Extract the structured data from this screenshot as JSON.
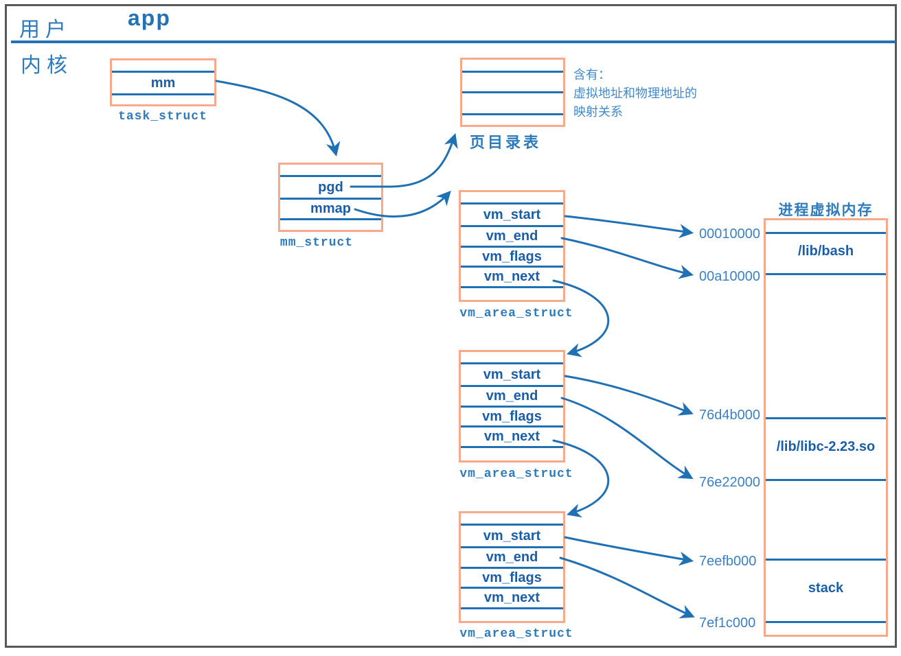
{
  "header": {
    "user_space": "用户",
    "kernel_space": "内核",
    "app_title": "app"
  },
  "task_struct": {
    "label": "task_struct",
    "field_mm": "mm"
  },
  "mm_struct": {
    "label": "mm_struct",
    "field_pgd": "pgd",
    "field_mmap": "mmap"
  },
  "page_table": {
    "label": "页目录表",
    "note_line1": "含有：",
    "note_line2": "虚拟地址和物理地址的",
    "note_line3": "映射关系"
  },
  "vma": {
    "label": "vm_area_struct",
    "field_start": "vm_start",
    "field_end": "vm_end",
    "field_flags": "vm_flags",
    "field_next": "vm_next"
  },
  "memory": {
    "title": "进程虚拟内存",
    "region_bash": "/lib/bash",
    "region_libc": "/lib/libc-2.23.so",
    "region_stack": "stack",
    "addresses": [
      "00010000",
      "00a10000",
      "76d4b000",
      "76e22000",
      "7eefb000",
      "7ef1c000"
    ]
  },
  "colors": {
    "arrow_blue": "#2070b4",
    "box_border_salmon": "#f7a98c",
    "field_text_blue": "#1a5ea8",
    "label_blue": "#2e7bbc",
    "address_blue": "#3c80c4",
    "note_blue": "#4289c8",
    "frame_gray": "#58585a"
  }
}
